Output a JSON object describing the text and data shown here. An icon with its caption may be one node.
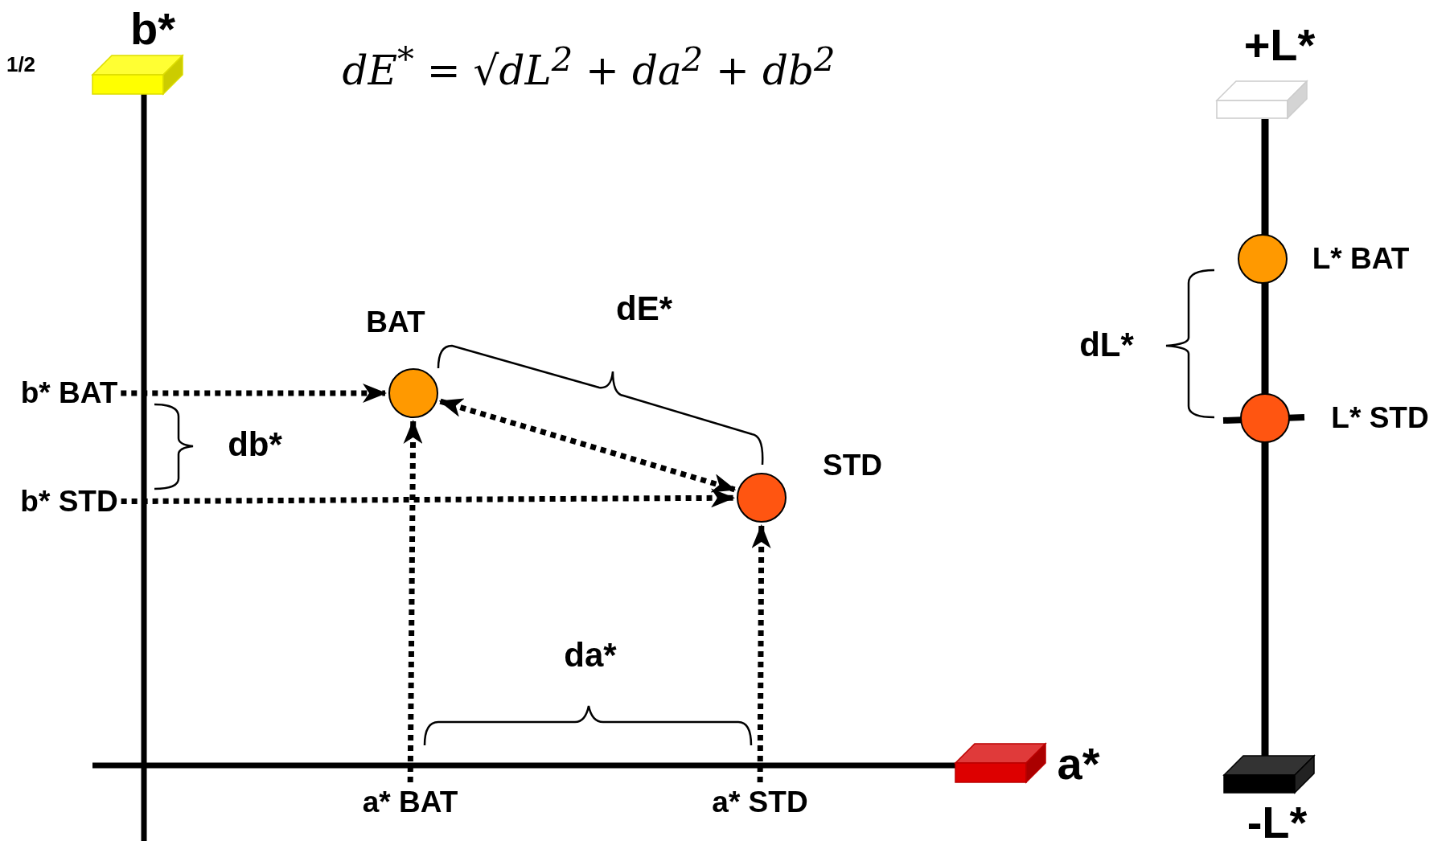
{
  "diagram": {
    "nodes": [
      {
        "text": [
          "b* BAT"
        ]
      },
      {
        "text": [
          "b* STD"
        ]
      },
      {
        "text": [
          "a* BAT"
        ]
      },
      {
        "text": [
          "a* STD"
        ]
      },
      {
        "text": [],
        "shape": "circle",
        "beside": [
          "BAT"
        ]
      },
      {
        "text": [],
        "shape": "circle",
        "beside": [
          "STD"
        ]
      },
      {
        "text": [],
        "shape": "circle",
        "beside": [
          "L* BAT"
        ]
      },
      {
        "text": [],
        "shape": "circle",
        "beside": [
          "L* STD"
        ]
      }
    ],
    "edges": [
      {
        "from": 0,
        "to": 4,
        "arrow": "to",
        "style": "dashed"
      },
      {
        "from": 1,
        "to": 5,
        "arrow": "to",
        "style": "dashed"
      },
      {
        "from": 2,
        "to": 4,
        "arrow": "to",
        "style": "dashed"
      },
      {
        "from": 3,
        "to": 5,
        "arrow": "to",
        "style": "dashed"
      },
      {
        "from": 4,
        "to": 5,
        "arrow": "both",
        "style": "dashed"
      }
    ],
    "labels": [
      "1/2",
      "b*",
      "dE$^{*}$ = √dL$^{2}$ + da$^{2}$ + db$^{2}$",
      "+L*",
      "dE*",
      "dL*",
      "db*",
      "da*",
      "a*",
      "-L*"
    ]
  }
}
